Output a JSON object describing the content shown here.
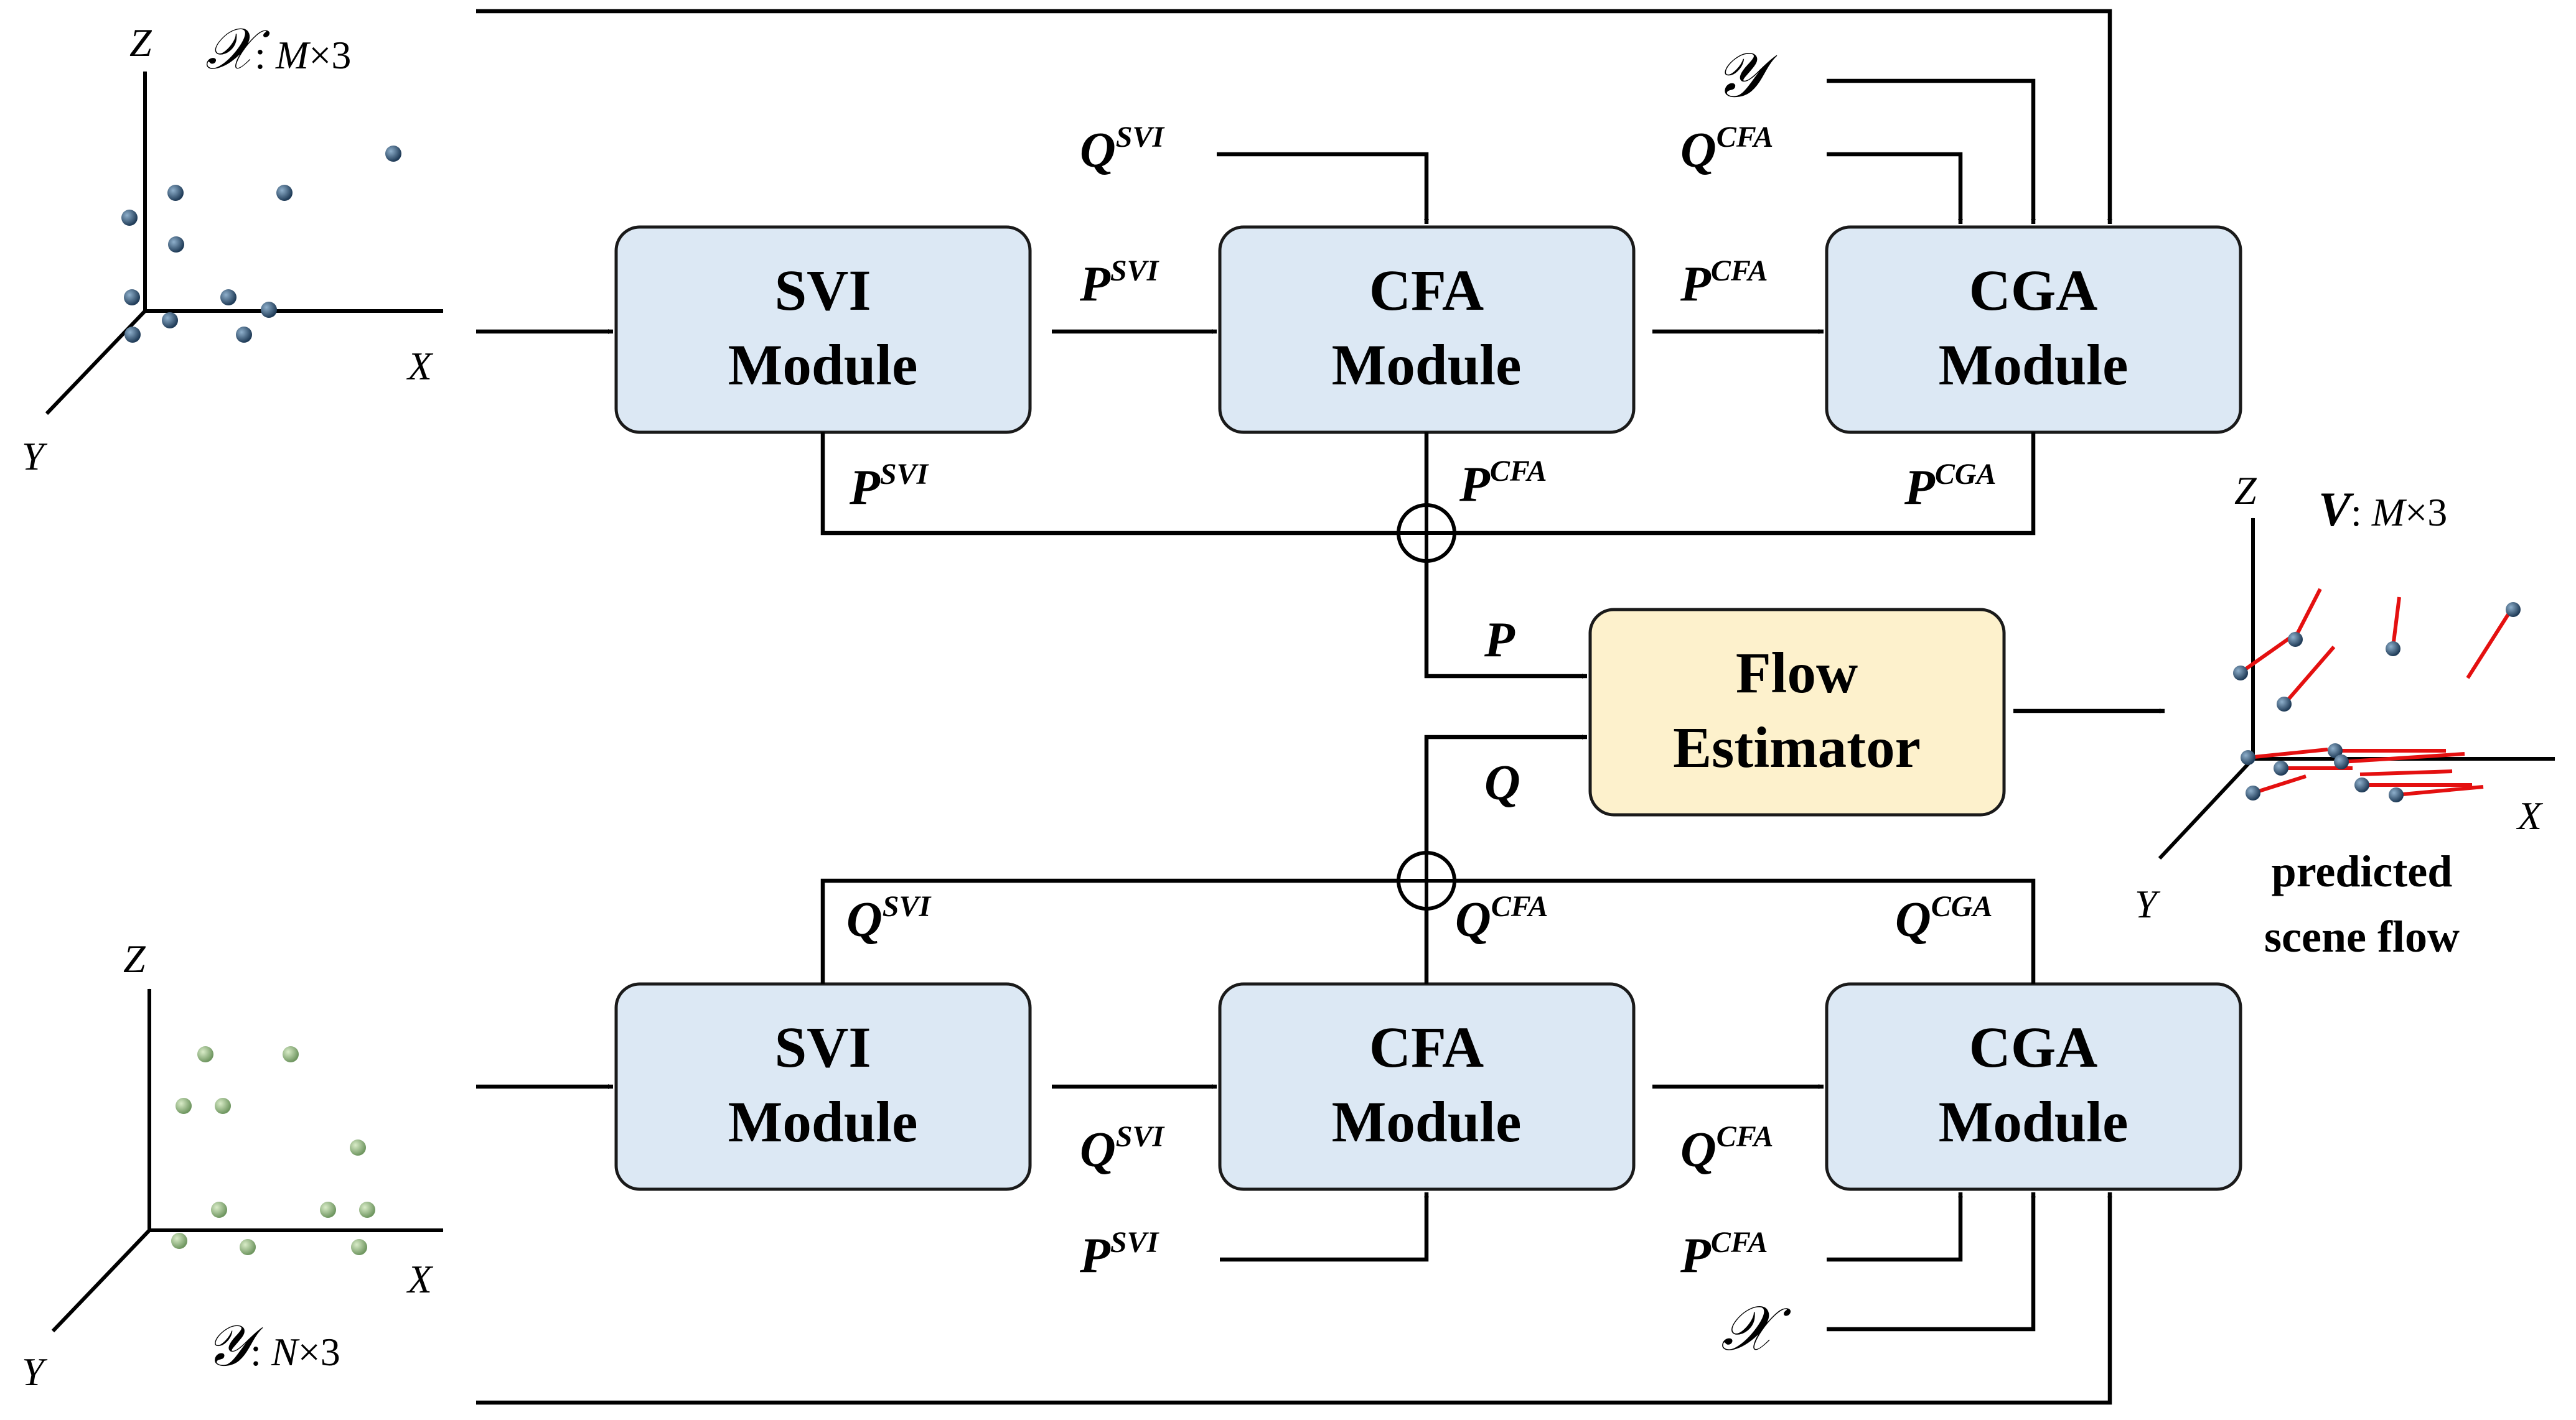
{
  "modules": {
    "top_svi": [
      "SVI",
      "Module"
    ],
    "top_cfa": [
      "CFA",
      "Module"
    ],
    "top_cga": [
      "CGA",
      "Module"
    ],
    "bottom_svi": [
      "SVI",
      "Module"
    ],
    "bottom_cfa": [
      "CFA",
      "Module"
    ],
    "bottom_cga": [
      "CGA",
      "Module"
    ],
    "flow_estimator": [
      "Flow",
      "Estimator"
    ]
  },
  "symbols": {
    "P": "P",
    "Q": "Q",
    "SVI": "SVI",
    "CFA": "CFA",
    "CGA": "CGA"
  },
  "sets": {
    "X": "𝒳",
    "Y": "𝒴",
    "V": "V"
  },
  "set_labels": {
    "x_sep": ": ",
    "x_var": "M",
    "x_dim": "×3",
    "y_sep": ": ",
    "y_var": "N",
    "y_dim": "×3",
    "v_sep": ": ",
    "v_var": "M",
    "v_dim": "×3"
  },
  "axes": {
    "x": "X",
    "y": "Y",
    "z": "Z"
  },
  "output_caption": [
    "predicted",
    "scene flow"
  ],
  "colors": {
    "module_fill": "#dce8f4",
    "flow_fill": "#fdf1cc",
    "source_points": "#1f3b57",
    "target_points": "#7fa36e",
    "flow_vectors": "#e41010"
  }
}
